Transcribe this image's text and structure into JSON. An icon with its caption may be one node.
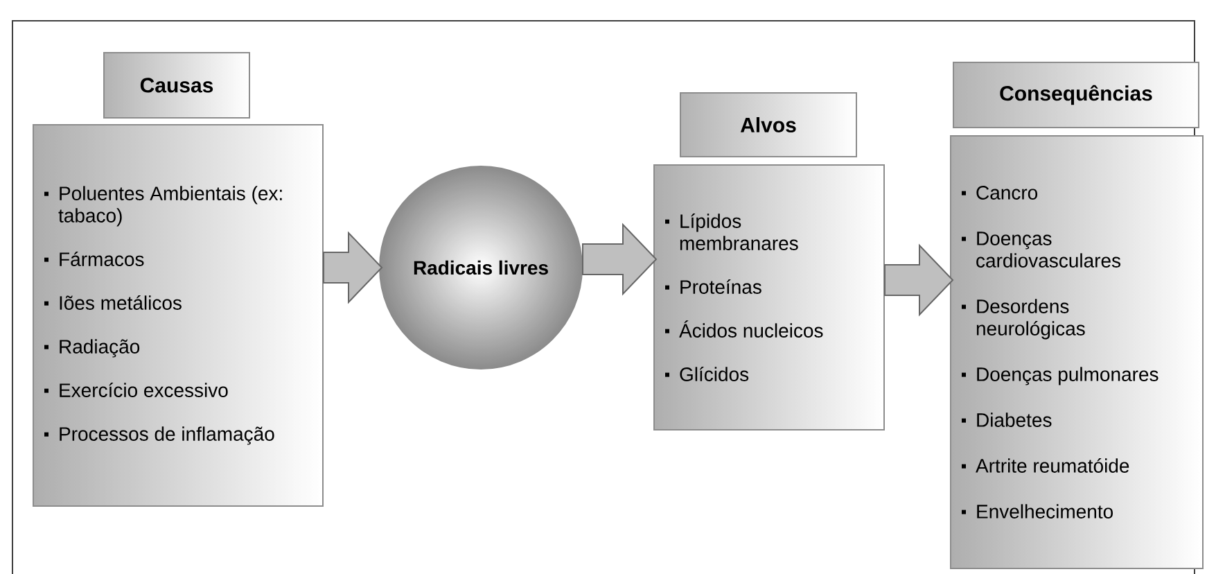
{
  "diagram": {
    "nodes": [
      {
        "text": [
          "Causas"
        ]
      },
      {
        "text": [
          "Poluentes Ambientais (ex: tabaco)",
          "Fármacos",
          "Iões metálicos",
          "Radiação",
          "Exercício excessivo",
          "Processos de inflamação"
        ]
      },
      {
        "text": [
          "Radicais livres"
        ]
      },
      {
        "text": [
          "Alvos"
        ]
      },
      {
        "text": [
          "Lípidos membranares",
          "Proteínas",
          "Ácidos nucleicos",
          "Glícidos"
        ]
      },
      {
        "text": [
          "Consequências"
        ]
      },
      {
        "text": [
          "Cancro",
          "Doenças cardiovasculares",
          "Desordens neurológicas",
          "Doenças pulmonares",
          "Diabetes",
          "Artrite reumatóide",
          "Envelhecimento"
        ]
      }
    ],
    "edges": [
      {
        "from": 1,
        "to": 2,
        "arrow": "to"
      },
      {
        "from": 2,
        "to": 4,
        "arrow": "to"
      },
      {
        "from": 4,
        "to": 6,
        "arrow": "to"
      }
    ]
  }
}
